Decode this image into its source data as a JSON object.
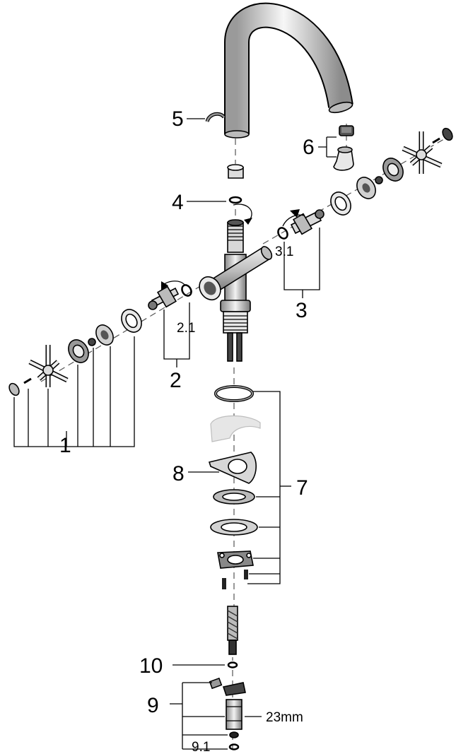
{
  "labels": {
    "p1": "1",
    "p2": "2",
    "p2_1": "2.1",
    "p3": "3",
    "p3_1": "3.1",
    "p4": "4",
    "p5": "5",
    "p6": "6",
    "p7": "7",
    "p8": "8",
    "p9": "9",
    "p9_1": "9.1",
    "p10": "10",
    "wrench_size": "23mm"
  },
  "colors": {
    "ink": "#000000",
    "metal_light": "#f4f4f4",
    "metal_mid": "#c8c8c8",
    "metal_dark": "#6a6a6a",
    "ghost": "#d8d8d8"
  }
}
